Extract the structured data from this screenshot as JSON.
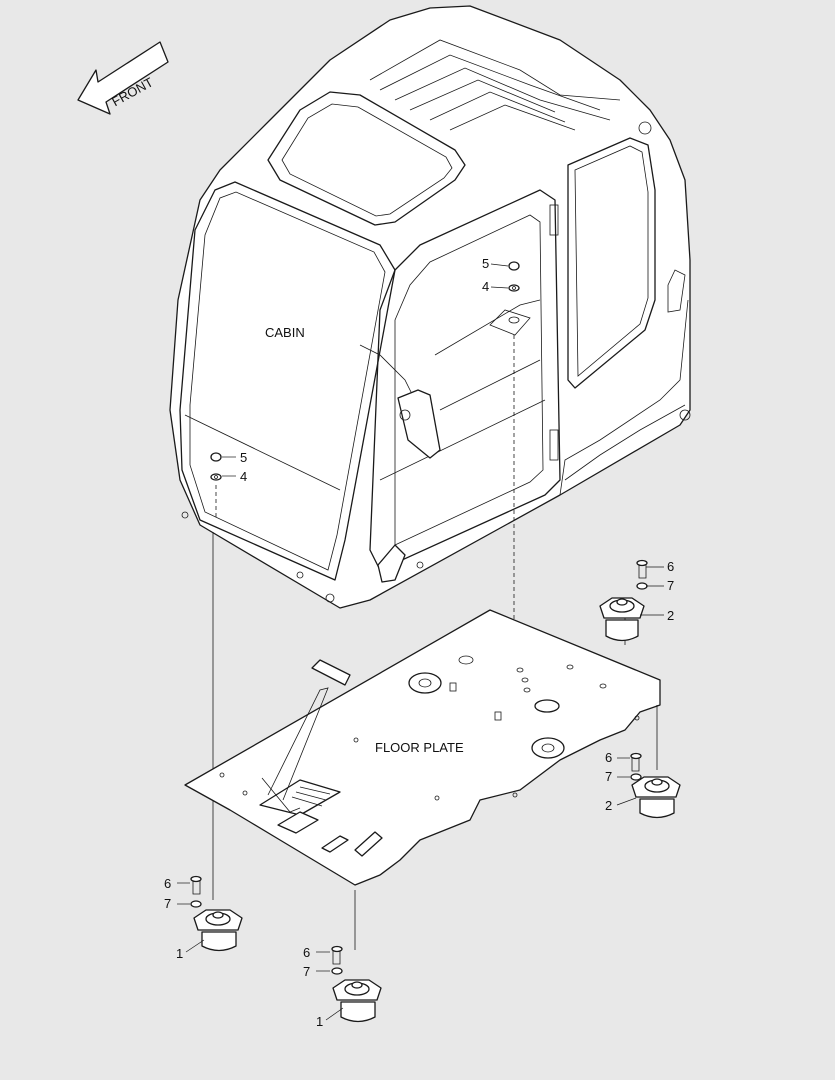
{
  "direction_label": "FRONT",
  "labels": {
    "cabin": "CABIN",
    "floor_plate": "FLOOR PLATE"
  },
  "callouts": {
    "cabin_top_5": "5",
    "cabin_top_4": "4",
    "cabin_left_5": "5",
    "cabin_left_4": "4",
    "rb_6": "6",
    "rb_7": "7",
    "rb_2": "2",
    "rf_6": "6",
    "rf_7": "7",
    "rf_2": "2",
    "lf_6": "6",
    "lf_7": "7",
    "lf_1": "1",
    "cf_6": "6",
    "cf_7": "7",
    "cf_1": "1"
  },
  "colors": {
    "background": "#e8e8e8",
    "line": "#1a1a1a",
    "fill": "#ffffff"
  }
}
